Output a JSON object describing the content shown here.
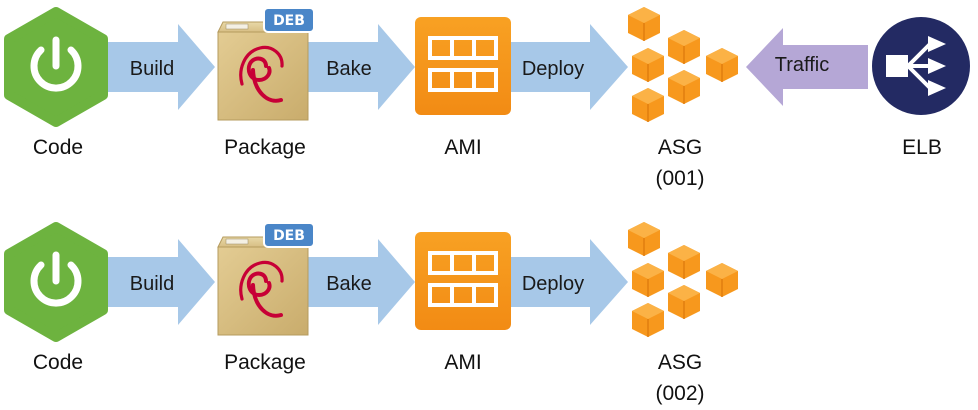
{
  "pipelines": [
    {
      "stages": [
        {
          "id": "code",
          "label": "Code",
          "icon": "spring-power-icon"
        },
        {
          "id": "package",
          "label": "Package",
          "icon": "deb-package-icon",
          "badge": "DEB"
        },
        {
          "id": "ami",
          "label": "AMI",
          "icon": "ami-grid-icon"
        },
        {
          "id": "asg",
          "label": "ASG",
          "sublabel": "(001)",
          "icon": "asg-cubes-icon"
        }
      ],
      "arrows": [
        "Build",
        "Bake",
        "Deploy"
      ],
      "traffic": {
        "label": "Traffic",
        "target": {
          "label": "ELB",
          "icon": "elb-icon"
        }
      }
    },
    {
      "stages": [
        {
          "id": "code",
          "label": "Code",
          "icon": "spring-power-icon"
        },
        {
          "id": "package",
          "label": "Package",
          "icon": "deb-package-icon",
          "badge": "DEB"
        },
        {
          "id": "ami",
          "label": "AMI",
          "icon": "ami-grid-icon"
        },
        {
          "id": "asg",
          "label": "ASG",
          "sublabel": "(002)",
          "icon": "asg-cubes-icon"
        }
      ],
      "arrows": [
        "Build",
        "Bake",
        "Deploy"
      ]
    }
  ],
  "colors": {
    "spring_green": "#6DB33F",
    "package_tan": "#D8BF86",
    "debian_red": "#C70036",
    "deb_badge": "#4A86C8",
    "aws_orange": "#F7981D",
    "arrow_blue": "#A7C8E8",
    "traffic_purple": "#B5A7D6",
    "elb_navy": "#232A63"
  }
}
